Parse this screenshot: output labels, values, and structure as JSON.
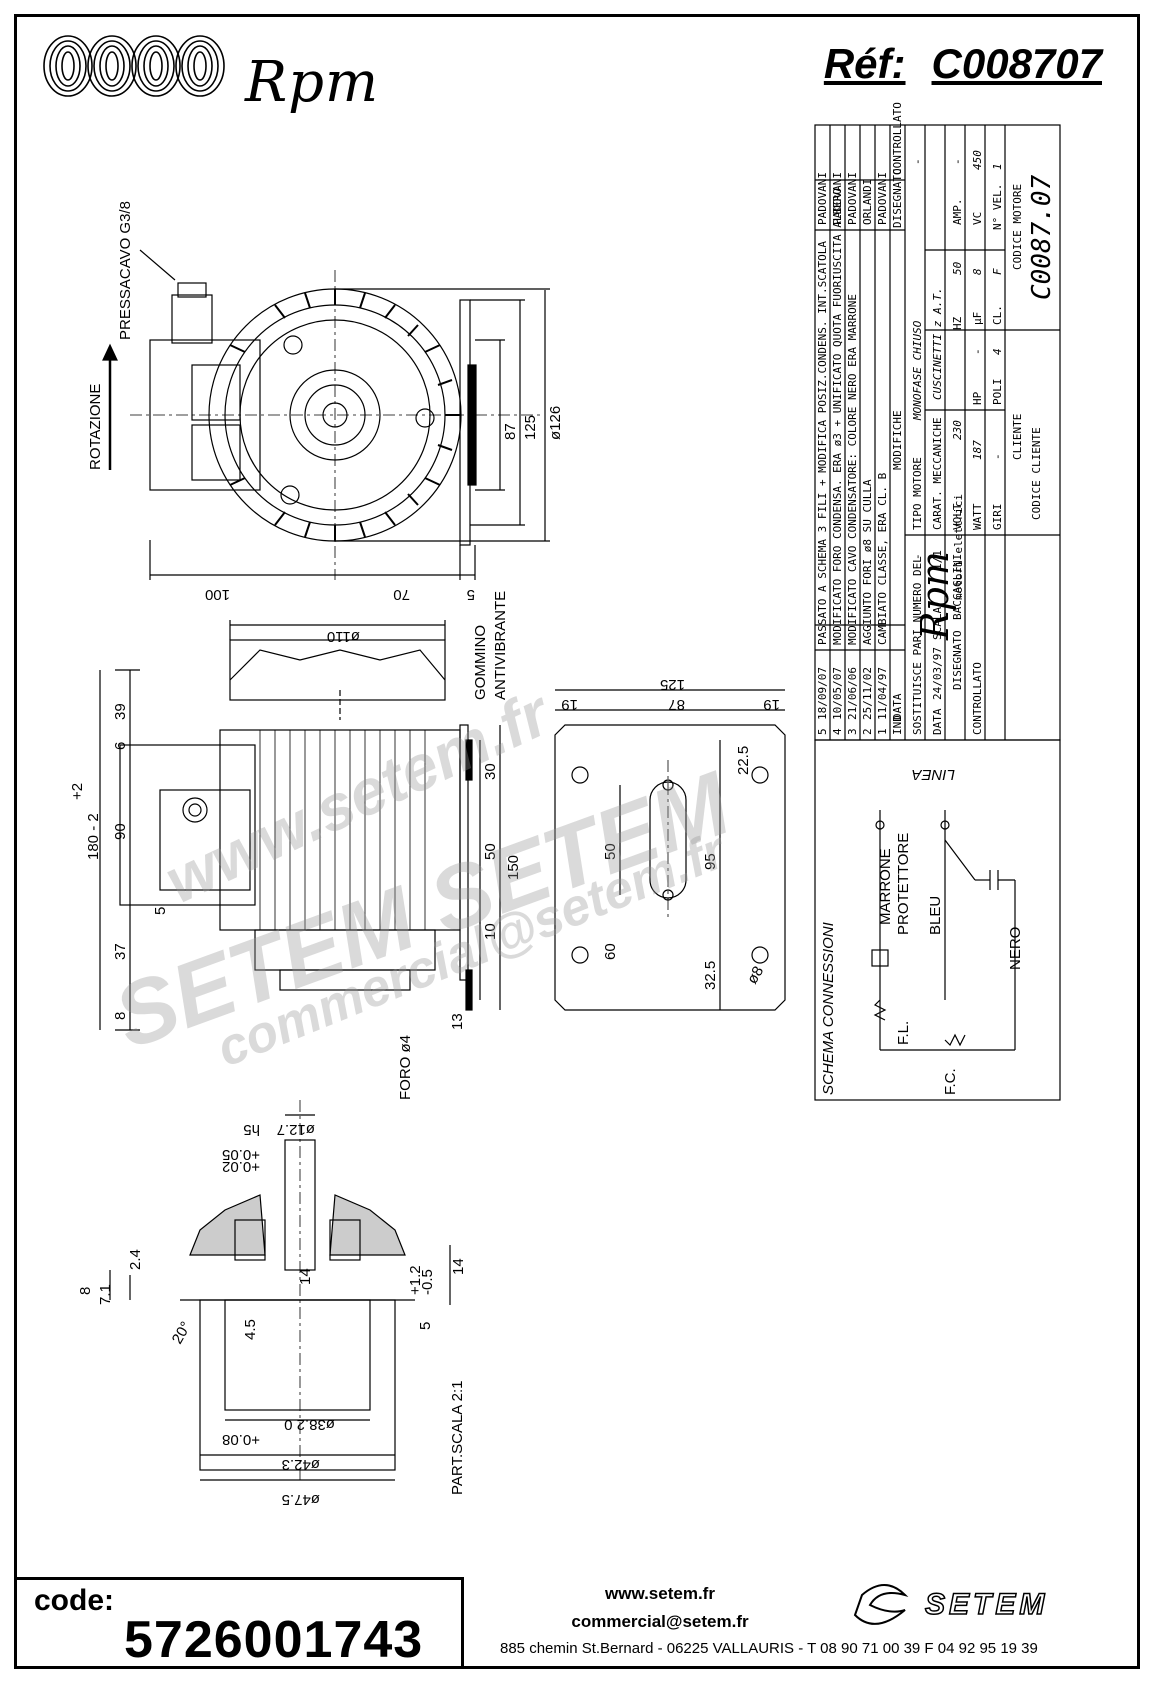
{
  "header": {
    "logo_text": "Rpm",
    "ref_label": "Réf:",
    "ref_value": "C008707"
  },
  "drawing": {
    "labels": {
      "pressacavo": "PRESSACAVO G3/8",
      "rotazione": "ROTAZIONE",
      "gommino": "GOMMINO",
      "antivibrante": "ANTIVIBRANTE",
      "foro": "FORO ø4",
      "part_scala": "PART.SCALA 2:1"
    },
    "dims_front": [
      "87",
      "125",
      "ø126",
      "100",
      "70",
      "5"
    ],
    "dims_side": [
      "ø110",
      "39",
      "6",
      "90",
      "37",
      "8",
      "+2",
      "180 - 2",
      "30",
      "50",
      "10",
      "150",
      "13",
      "5"
    ],
    "dims_base": [
      "125",
      "87",
      "19",
      "19",
      "22.5",
      "50",
      "95",
      "60",
      "32.5",
      "ø8"
    ],
    "dims_detail": [
      "ø12.7",
      "h5",
      "+0.05",
      "+0.02",
      "2.4",
      "8",
      "7.1",
      "+1.2",
      "-0.5",
      "14",
      "14",
      "5",
      "4.5",
      "20°",
      "ø38.2 0",
      "+0.08",
      "ø42.3",
      "ø47.5"
    ]
  },
  "schema": {
    "title": "SCHEMA CONNESSIONI",
    "linea": "LINEA",
    "marrone": "MARRONE",
    "protettore": "PROTETTORE",
    "bleu": "BLEU",
    "nero": "NERO",
    "fl": "F.L.",
    "fc": "F.C."
  },
  "title_block": {
    "revisions": [
      {
        "ind": "5",
        "data": "18/09/07",
        "modifiche": "PASSATO A SCHEMA 3 FILI + MODIFICA POSIZ.CONDENS. INT.SCATOLA",
        "disegnato": "PADOVANI"
      },
      {
        "ind": "4",
        "data": "10/05/07",
        "modifiche": "MODIFICATO FORO CONDENSA. ERA ø3 + UNIFICATO QUOTA FUORIUSCITA ALBERO",
        "disegnato": "PADOVANI"
      },
      {
        "ind": "3",
        "data": "21/06/06",
        "modifiche": "MODIFICATO CAVO CONDENSATORE: COLORE NERO ERA MARRONE",
        "disegnato": "PADOVANI"
      },
      {
        "ind": "2",
        "data": "25/11/02",
        "modifiche": "AGGIUNTO FORI ø8 SU CULLA",
        "disegnato": "ORLANDI"
      },
      {
        "ind": "1",
        "data": "11/04/97",
        "modifiche": "CAMBIATO CLASSE, ERA CL. B",
        "disegnato": "PADOVANI"
      }
    ],
    "headers": {
      "ind": "IND",
      "data": "DATA",
      "modifiche": "MODIFICHE",
      "disegnato": "DISEGNATO",
      "controllato": "CONTROLLATO"
    },
    "company": "Rpm",
    "company_sub": "motori elettrici",
    "tipo_motore_label": "TIPO MOTORE",
    "tipo_motore": "MONOFASE CHIUSO",
    "carat_label": "CARAT. MECCANICHE",
    "carat": "CUSCINETTI z A.T.",
    "dash": "-",
    "volt_label": "VOLT",
    "volt": "230",
    "hz_label": "HZ",
    "hz": "50",
    "amp_label": "AMP.",
    "amp": "-",
    "watt_label": "WATT",
    "watt": "187",
    "hp_label": "HP",
    "hp": "-",
    "uf_label": "µF",
    "uf": "8",
    "vc_label": "VC",
    "vc": "450",
    "giri_label": "GIRI",
    "giri": "-",
    "poli_label": "POLI",
    "poli": "4",
    "cl_label": "CL.",
    "cl": "F",
    "nvel_label": "N° VEL.",
    "nvel": "1",
    "sostituisce_label": "SOSTITUISCE PARI NUMERO DEL",
    "sostituisce": "-",
    "data_label": "DATA",
    "data": "24/03/97",
    "scala_label": "SCALA",
    "scala": "1/1",
    "cliente_label": "CLIENTE",
    "codice_motore_label": "CODICE MOTORE",
    "codice_motore": "C0087.07",
    "disegnato_label": "DISEGNATO",
    "disegnato": "BACCAGLINI",
    "controllato_label": "CONTROLLATO",
    "codice_cliente_label": "CODICE CLIENTE"
  },
  "footer": {
    "code_label": "code:",
    "code_value": "5726001743",
    "website": "www.setem.fr",
    "email": "commercial@setem.fr",
    "address": "885 chemin St.Bernard  -  06225 VALLAURIS  -  T 08 90 71 00 39  F 04 92 95 19 39",
    "brand": "SETEM"
  },
  "watermarks": [
    "www.setem.fr",
    "SETEM SETEM",
    "commercial@setem.fr"
  ]
}
